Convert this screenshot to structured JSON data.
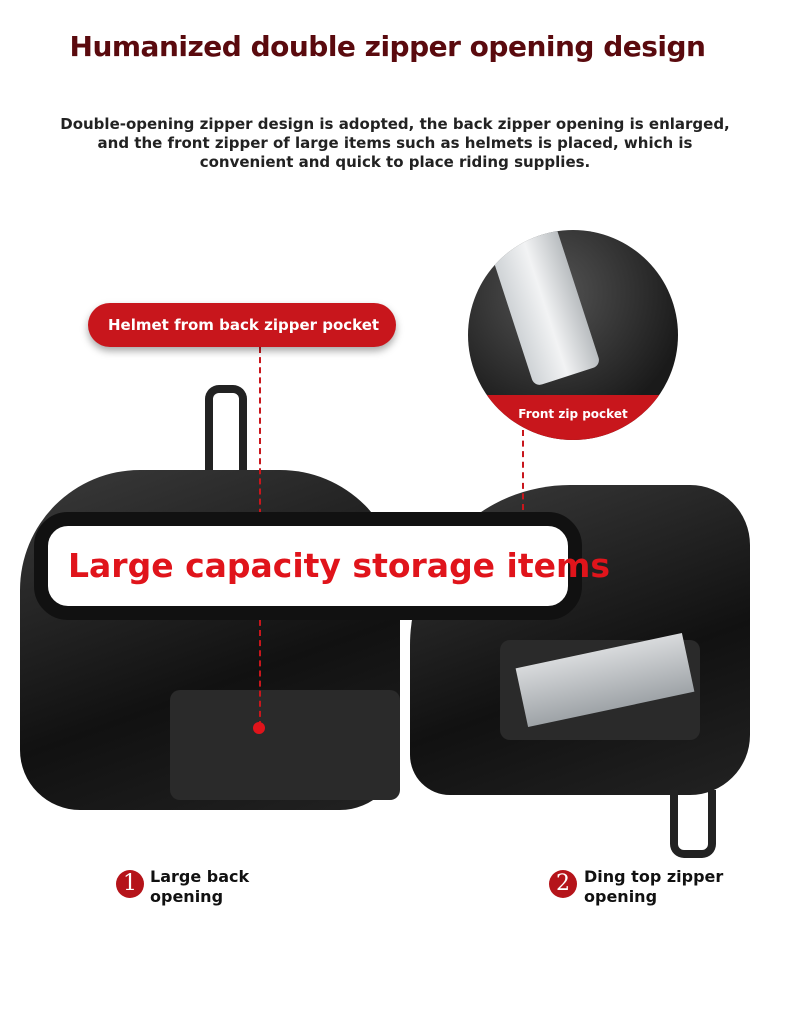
{
  "header": {
    "title": "Humanized double zipper opening design",
    "description": "Double-opening zipper design is adopted, the back zipper opening is enlarged, and the front zipper of large items such as helmets is placed, which is convenient and quick to place riding supplies."
  },
  "callouts": {
    "helmet": "Helmet from back zipper pocket",
    "front_pocket": "Front zip pocket",
    "capacity": "Large capacity storage items"
  },
  "features": [
    {
      "number": "1",
      "label_line1": "Large back",
      "label_line2": "opening"
    },
    {
      "number": "2",
      "label_line1": "Ding top zipper",
      "label_line2": "opening"
    }
  ],
  "colors": {
    "title": "#5a0a0e",
    "accent_red": "#c8161c"
  }
}
